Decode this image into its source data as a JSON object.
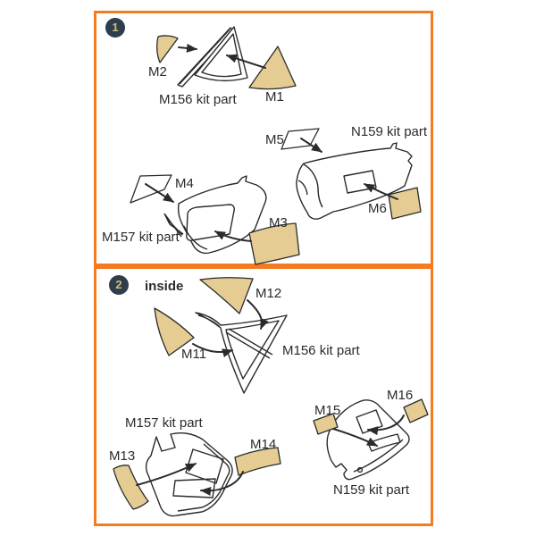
{
  "colors": {
    "panel_border": "#f47b20",
    "mask_fill": "#e4cc92",
    "line": "#2b2b2b",
    "badge_background": "#2d3e4c",
    "badge_number": "#d8b878"
  },
  "panel1": {
    "step": "1",
    "labels": {
      "m1": "M1",
      "m2": "M2",
      "m3": "M3",
      "m4": "M4",
      "m5": "M5",
      "m6": "M6",
      "m156": "M156 kit part",
      "m157": "M157 kit part",
      "n159": "N159 kit part"
    }
  },
  "panel2": {
    "step": "2",
    "inside": "inside",
    "labels": {
      "m11": "M11",
      "m12": "M12",
      "m13": "M13",
      "m14": "M14",
      "m15": "M15",
      "m16": "M16",
      "m156": "M156 kit part",
      "m157": "M157 kit part",
      "n159": "N159 kit part"
    }
  }
}
